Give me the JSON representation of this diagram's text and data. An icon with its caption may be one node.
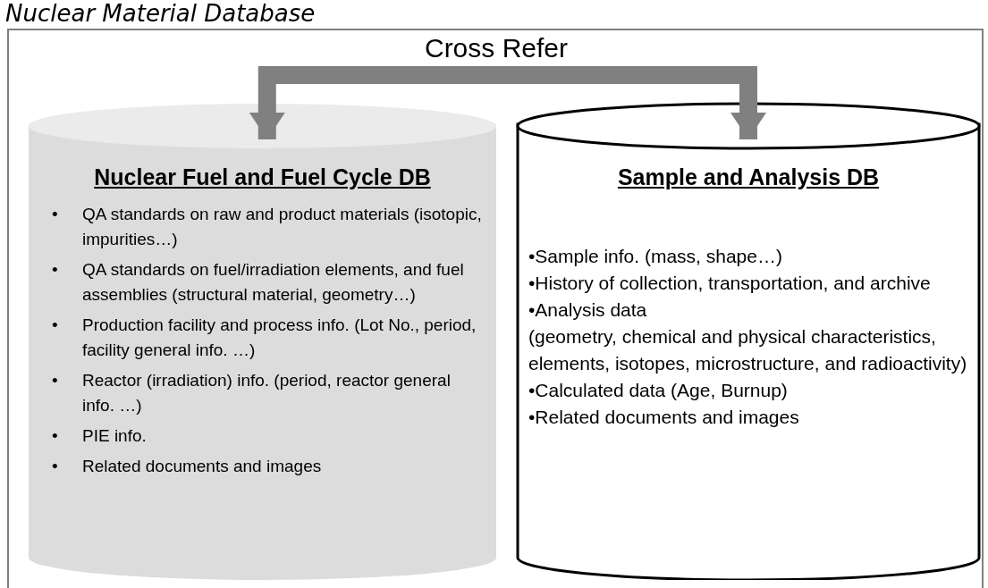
{
  "diagram": {
    "title": "Nuclear Material Database",
    "nodes": [
      {
        "text": [],
        "shape": "box"
      },
      {
        "text": [
          "Cross Refer"
        ],
        "in": 0
      },
      {
        "text": [
          "Nuclear Fuel and Fuel Cycle DB",
          "•",
          "QA standards on raw and product materials (isotopic, impurities…)",
          "•",
          "QA standards on fuel/irradiation elements, and fuel assemblies (structural material, geometry…)",
          "•",
          "Production facility and process info. (Lot No., period, facility general info. …)",
          "•",
          "Reactor (irradiation) info. (period, reactor general info. …)",
          "•",
          "PIE info.",
          "•",
          "Related documents and images"
        ],
        "in": 0
      },
      {
        "text": [
          "Sample and Analysis DB",
          "•Sample info. (mass, shape…)",
          "•History of collection, transportation, and archive",
          "•Analysis data",
          "(geometry, chemical and physical characteristics, elements, isotopes, microstructure, and radioactivity)",
          "•Calculated data (Age, Burnup)",
          "•Related documents and images"
        ],
        "in": 0
      }
    ],
    "edges": [
      {
        "from": 1,
        "to": 2,
        "arrow": "to"
      },
      {
        "from": 1,
        "to": 3,
        "arrow": "to"
      }
    ]
  }
}
